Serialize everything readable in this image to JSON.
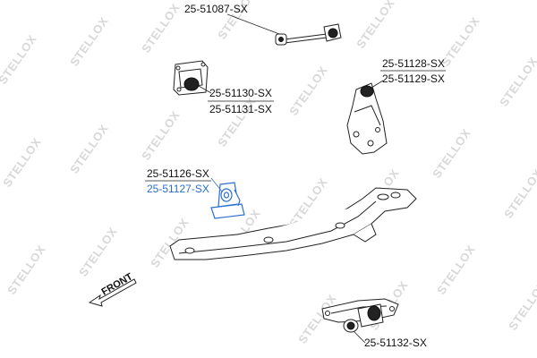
{
  "watermark": {
    "text": "STELLOX"
  },
  "labels": {
    "p25_51087": "25-51087-SX",
    "p25_51128": "25-51128-SX",
    "p25_51129": "25-51129-SX",
    "p25_51130": "25-51130-SX",
    "p25_51131": "25-51131-SX",
    "p25_51126": "25-51126-SX",
    "p25_51127": "25-51127-SX",
    "p25_51132": "25-51132-SX"
  },
  "front": {
    "label": "FRONT"
  },
  "colors": {
    "highlight": "#2a6fd0",
    "ink": "#222222",
    "watermark": "#d8d8d8"
  }
}
